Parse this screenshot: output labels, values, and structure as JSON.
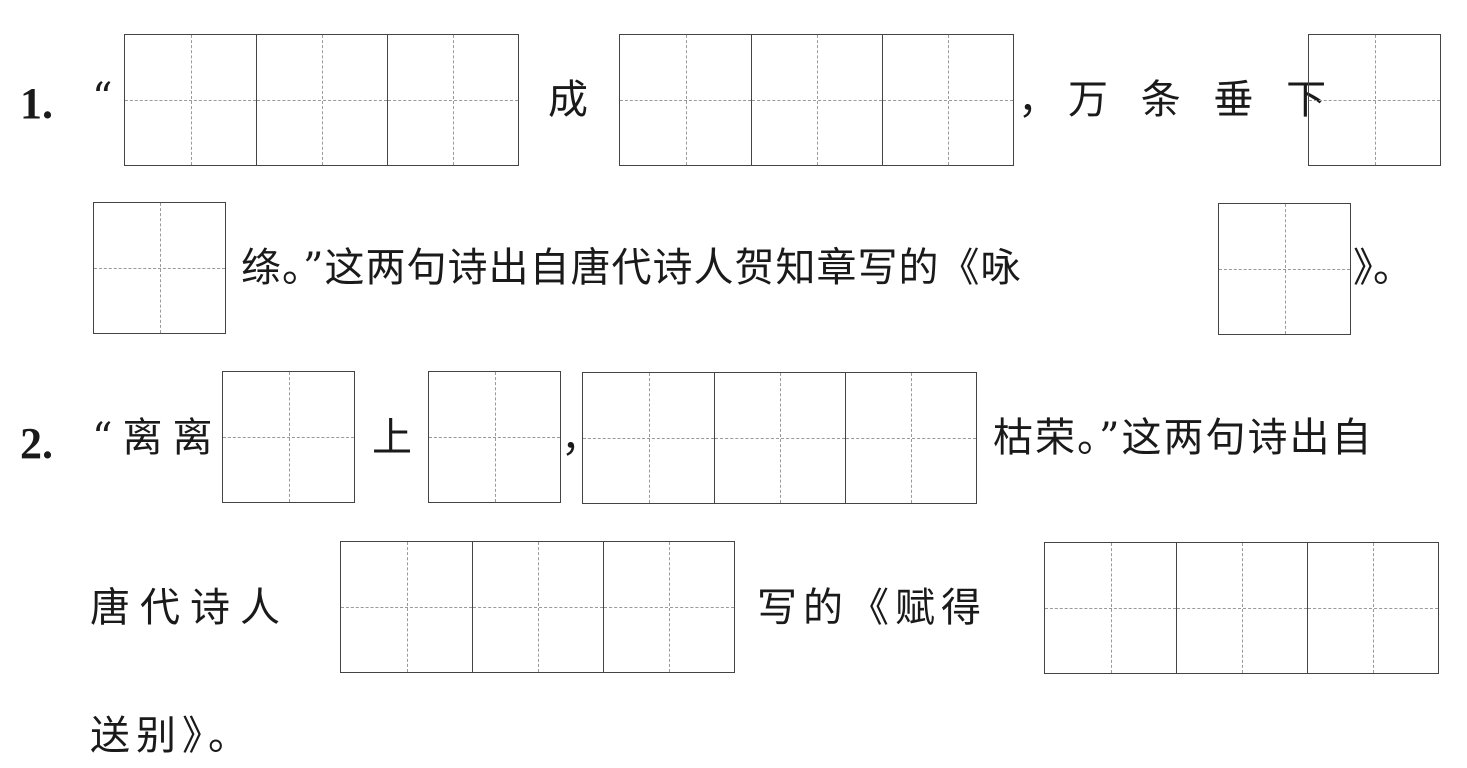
{
  "question1": {
    "number": "1.",
    "open_quote": "“",
    "word_cheng": "成",
    "wan_tiao_chui_xia": "，万 条 垂 下",
    "line2": "绦。”这两句诗出自唐代诗人贺知章写的《咏",
    "close_title": "》。"
  },
  "question2": {
    "number": "2.",
    "opening": "“离离",
    "word_shang": "上",
    "comma": "，",
    "kurong": "枯荣。”这两句诗出自",
    "line2_start": "唐代诗人",
    "line2_mid": "写的《赋得",
    "line3": "送别》。"
  },
  "answer_boxes": [
    {
      "id": "q1-blank-1",
      "chars": 3
    },
    {
      "id": "q1-blank-2",
      "chars": 3
    },
    {
      "id": "q1-blank-3",
      "chars": 1
    },
    {
      "id": "q1-blank-4",
      "chars": 1
    },
    {
      "id": "q1-blank-5",
      "chars": 1
    },
    {
      "id": "q2-blank-1",
      "chars": 1
    },
    {
      "id": "q2-blank-2",
      "chars": 1
    },
    {
      "id": "q2-blank-3",
      "chars": 3
    },
    {
      "id": "q2-blank-4",
      "chars": 3
    },
    {
      "id": "q2-blank-5",
      "chars": 3
    }
  ]
}
